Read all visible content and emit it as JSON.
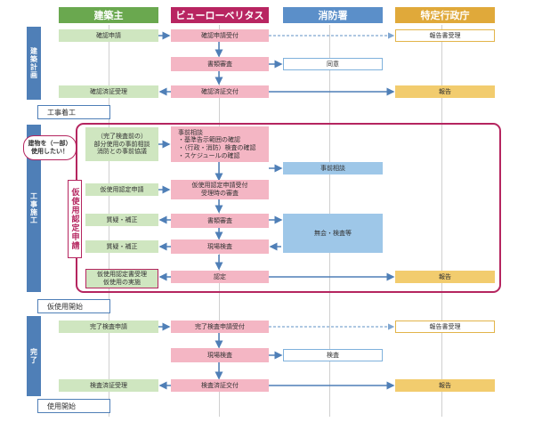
{
  "headers": {
    "owner": "建築主",
    "bureau": "ビューローベリタス",
    "fire": "消防署",
    "admin": "特定行政庁"
  },
  "phases": {
    "planning": "建築計画",
    "construction": "工事施工",
    "completion": "完了"
  },
  "milestones": {
    "start_construction": "工事着工",
    "start_temp_use": "仮使用開始",
    "start_use": "使用開始"
  },
  "callout": "建物を（一部）\n使用したい！",
  "temp_use_label": "仮使用認定申請",
  "boxes": {
    "confirm_apply": "確認申請",
    "confirm_receive": "確認申請受付",
    "report_receive_1": "報告書受理",
    "doc_review_1": "書類審査",
    "consent": "同意",
    "confirm_cert_receive": "確認済証受理",
    "confirm_cert_issue": "確認済証交付",
    "report_1": "報告",
    "pre_consult_owner": "（完了検査前の）\n部分使用の事前相談\n消防との事前協議",
    "pre_consult_bureau": "事前相談\n・基準告示範囲の確認\n・（行政・消防）検査の確認\n・スケジュールの確認",
    "pre_consult_fire": "事前相談",
    "temp_apply": "仮使用認定申請",
    "temp_receive": "仮使用認定申請受付\n受理時の審査",
    "question_1": "質疑・補正",
    "doc_review_2": "書類審査",
    "fire_inspection": "無会・検査等",
    "question_2": "質疑・補正",
    "site_inspection_1": "現場検査",
    "temp_cert_receive": "仮使用認定書受理\n仮使用の実施",
    "approval": "認定",
    "report_2": "報告",
    "final_apply": "完了検査申請",
    "final_receive": "完了検査申請受付",
    "report_receive_2": "報告書受理",
    "site_inspection_2": "現場検査",
    "inspection": "検査",
    "final_cert_receive": "検査済証受理",
    "final_cert_issue": "検査済証交付",
    "report_3": "報告"
  }
}
